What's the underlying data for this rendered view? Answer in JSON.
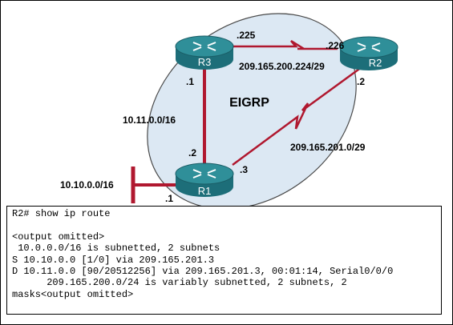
{
  "diagram": {
    "area_label": "EIGRP",
    "routers": [
      {
        "name": "R1"
      },
      {
        "name": "R2"
      },
      {
        "name": "R3"
      }
    ],
    "labels": {
      "r3_r2_left_if": ".225",
      "r3_r2_right_if": ".226",
      "r3_r2_net": "209.165.200.224/29",
      "r2_bottom_if": ".2",
      "r3_bottom_if": ".1",
      "r1_r3_net": "10.11.0.0/16",
      "r1_top_if": ".2",
      "r1_serial_if": ".3",
      "r1_r2_net": "209.165.201.0/29",
      "lan_net": "10.10.0.0/16",
      "lan_if": ".1"
    },
    "colors": {
      "router_body": "#1d6e79",
      "router_top": "#2f8f99",
      "link": "#b0182f",
      "area_fill": "#dce8f3",
      "area_stroke": "#4a4a4a"
    }
  },
  "console": {
    "lines": [
      "R2# show ip route",
      "",
      "<output omitted>",
      " 10.0.0.0/16 is subnetted, 2 subnets",
      "S 10.10.0.0 [1/0] via 209.165.201.3",
      "D 10.11.0.0 [90/20512256] via 209.165.201.3, 00:01:14, Serial0/0/0",
      "      209.165.200.0/24 is variably subnetted, 2 subnets, 2",
      "masks<output omitted>"
    ]
  }
}
